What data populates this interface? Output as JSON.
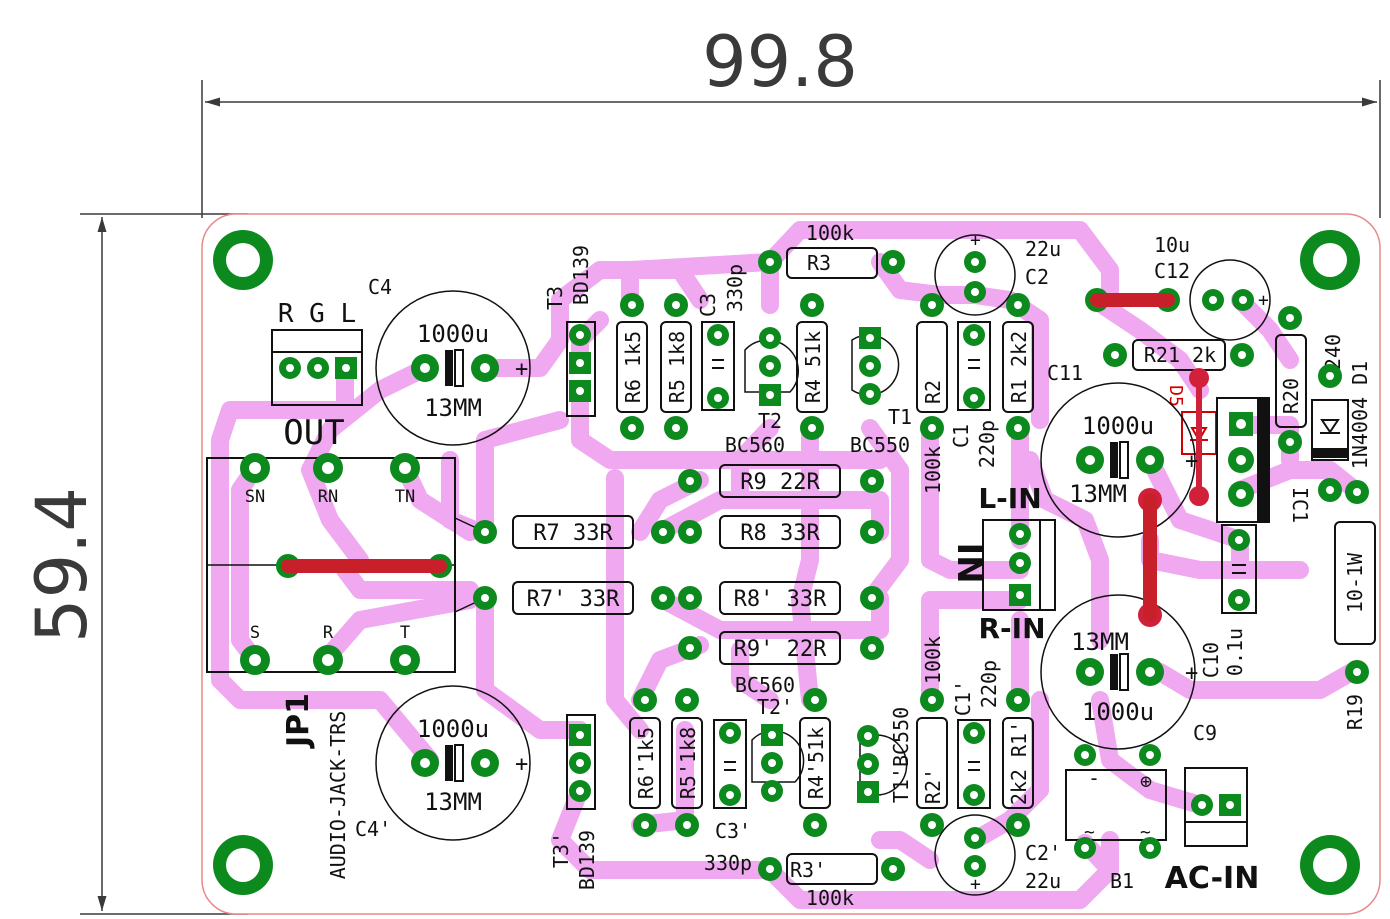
{
  "dimensions": {
    "width": "99.8",
    "height": "59.4"
  },
  "labels": {
    "c4": "C4",
    "c4_val": "1000u",
    "c4_size": "13MM",
    "c4b": "C4'",
    "c4b_val": "1000u",
    "c4b_size": "13MM",
    "out_pins": "R G L",
    "out": "OUT",
    "sn": "SN",
    "rn": "RN",
    "tn": "TN",
    "s": "S",
    "r": "R",
    "t": "T",
    "jp1": "JP1",
    "jack": "AUDIO-JACK-TRS",
    "t3": "T3",
    "bd139": "BD139",
    "t3b": "T3'",
    "bd139b": "BD139",
    "r6": "R6 1k5",
    "r5": "R5 1k8",
    "c3": "C3",
    "c3_val": "330p",
    "r6b": "R6'1k5",
    "r5b": "R5'1k8",
    "c3b": "C3'",
    "c3b_val": "330p",
    "r3_val": "100k",
    "r3": "R3",
    "r3b": "R3'",
    "r3b_val": "100k",
    "r4": "R4 51k",
    "r4b": "R4'51k",
    "t2": "T2",
    "bc560": "BC560",
    "t2b": "T2'",
    "bc560b": "BC560",
    "t1": "T1",
    "bc550": "BC550",
    "t1b": "T1'BC550",
    "r9": "R9  22R",
    "r8": "R8  33R",
    "r7": "R7  33R",
    "r7b": "R7' 33R",
    "r8b": "R8' 33R",
    "r9b": "R9' 22R",
    "r2": "R2",
    "c1": "C1",
    "c1_val": "220p",
    "r1": "R1 2k2",
    "r1_100k": "100k",
    "r2b": "R2'",
    "c1b": "C1'",
    "c1b_val": "220p",
    "r1b": "2k2 R1'",
    "r1b_100k": "100k",
    "c2_val": "22u",
    "c2": "C2",
    "c2b": "C2'",
    "c2b_val": "22u",
    "lin": "L-IN",
    "in": "IN",
    "rin": "R-IN",
    "c12_val": "10u",
    "c12": "C12",
    "r21": "R21 2k",
    "d5": "D5",
    "c11": "C11",
    "c11_val": "1000u",
    "c11_size": "13MM",
    "r20": "R20",
    "r20_val": "240",
    "d1": "1N4004 D1",
    "ic1": "IC1",
    "c10": "C10",
    "c10_val": "0.1u",
    "r19": "R19",
    "r19_val": "10-1W",
    "c9": "C9",
    "c9_val": "1000u",
    "c9_size": "13MM",
    "b1": "B1",
    "acin": "AC-IN"
  },
  "colors": {
    "trace": "#f0a8f0",
    "pad": "#0c8a1e",
    "jumper": "#c8202a",
    "board_edge": "#e88a8a"
  }
}
